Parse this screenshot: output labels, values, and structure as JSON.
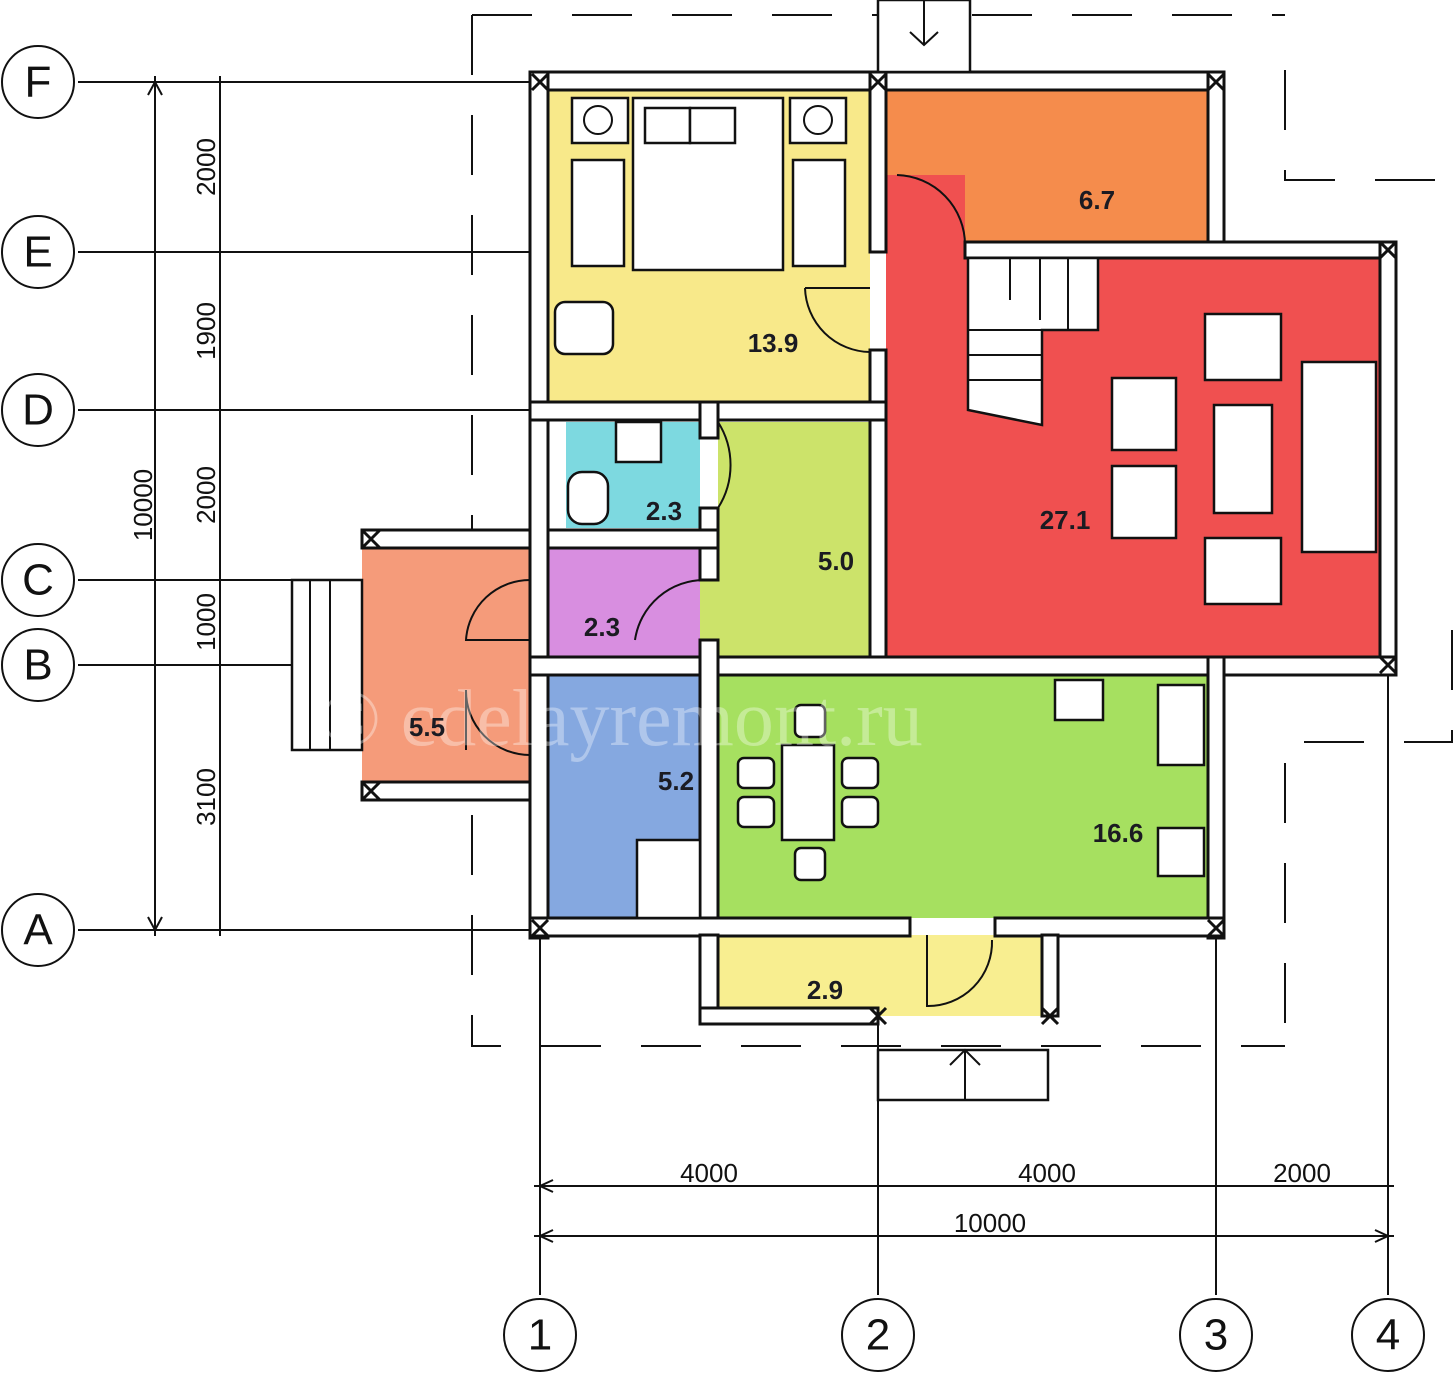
{
  "plan": {
    "watermark": "© cdelayremont.ru",
    "rooms": [
      {
        "id": "bedroom",
        "area": "13.9",
        "color": "#f8e98a"
      },
      {
        "id": "storage",
        "area": "6.7",
        "color": "#f58c4c"
      },
      {
        "id": "living",
        "area": "27.1",
        "color": "#f05050"
      },
      {
        "id": "bathroom",
        "area": "2.3",
        "color": "#7dd9e0"
      },
      {
        "id": "hall",
        "area": "5.0",
        "color": "#cce36a"
      },
      {
        "id": "vestibule",
        "area": "2.3",
        "color": "#d88ee0"
      },
      {
        "id": "side-porch",
        "area": "5.5",
        "color": "#f59b7a"
      },
      {
        "id": "boiler",
        "area": "5.2",
        "color": "#85a8e0"
      },
      {
        "id": "kitchen",
        "area": "16.6",
        "color": "#a6e060"
      },
      {
        "id": "front-porch",
        "area": "2.9",
        "color": "#f8ee90"
      }
    ],
    "row_axes": [
      "F",
      "E",
      "D",
      "C",
      "B",
      "A"
    ],
    "column_axes": [
      "1",
      "2",
      "3",
      "4"
    ],
    "vertical_dims": {
      "total": "10000",
      "segments": [
        "2000",
        "1900",
        "2000",
        "1000",
        "3100"
      ]
    },
    "horizontal_dims": {
      "total": "10000",
      "segments": [
        "4000",
        "4000",
        "2000"
      ]
    }
  }
}
